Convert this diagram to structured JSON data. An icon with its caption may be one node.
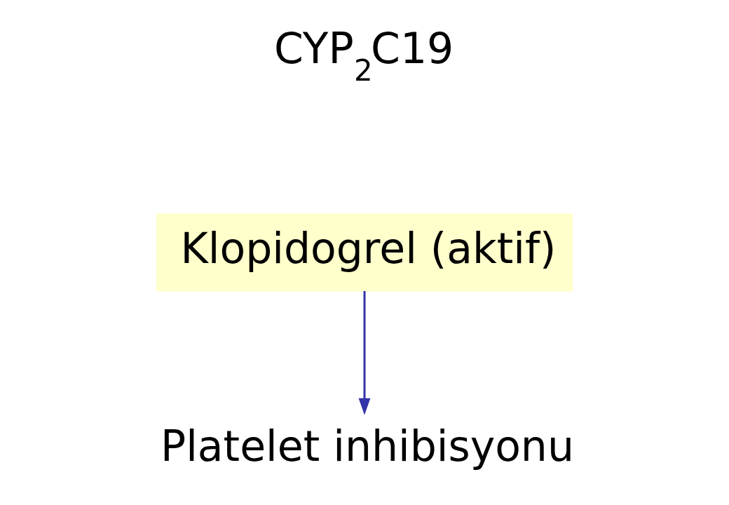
{
  "diagram": {
    "nodes": [
      {
        "text": [
          "Klopidogrel (aktif)"
        ]
      },
      {
        "text": [
          "Platelet inhibisyonu"
        ]
      }
    ],
    "edges": [
      {
        "from": 0,
        "to": 1,
        "arrow": "to",
        "color": "#3333aa"
      }
    ],
    "labels": [
      "CYP$_{2}$C19"
    ]
  }
}
